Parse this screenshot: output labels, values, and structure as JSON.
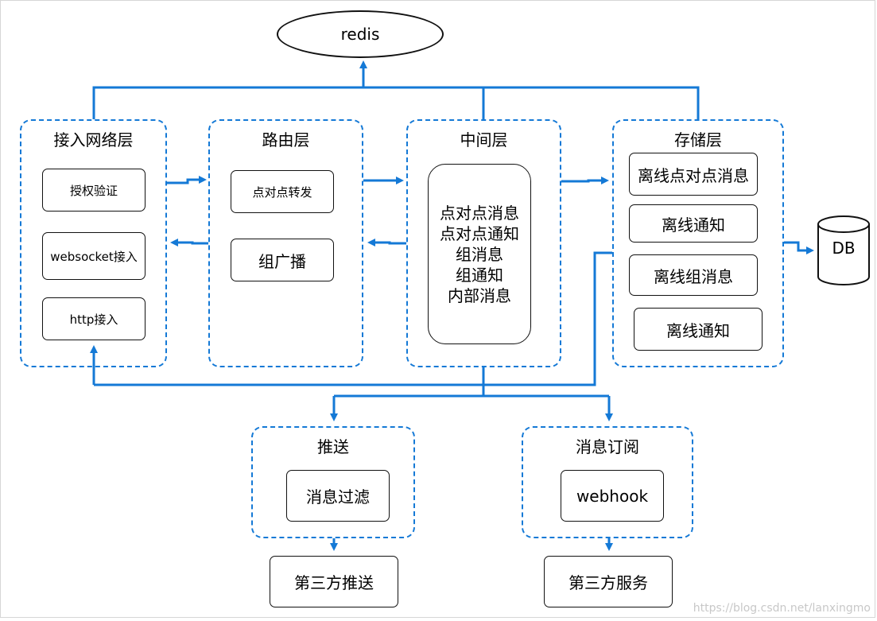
{
  "redis": "redis",
  "db": "DB",
  "layers": {
    "access": {
      "title": "接入网络层",
      "items": [
        "授权验证",
        "websocket接入",
        "http接入"
      ]
    },
    "routing": {
      "title": "路由层",
      "items": [
        "点对点转发",
        "组广播"
      ]
    },
    "middle": {
      "title": "中间层",
      "lines": [
        "点对点消息",
        "点对点通知",
        "组消息",
        "组通知",
        "内部消息"
      ]
    },
    "storage": {
      "title": "存储层",
      "items": [
        "离线点对点消息",
        "离线通知",
        "离线组消息",
        "离线通知"
      ]
    },
    "push": {
      "title": "推送",
      "items": [
        "消息过滤"
      ],
      "output": "第三方推送"
    },
    "subscribe": {
      "title": "消息订阅",
      "items": [
        "webhook"
      ],
      "output": "第三方服务"
    }
  },
  "watermark": "https://blog.csdn.net/lanxingmo",
  "colors": {
    "arrow": "#1479d6",
    "border": "#111111",
    "background": "#ffffff"
  }
}
